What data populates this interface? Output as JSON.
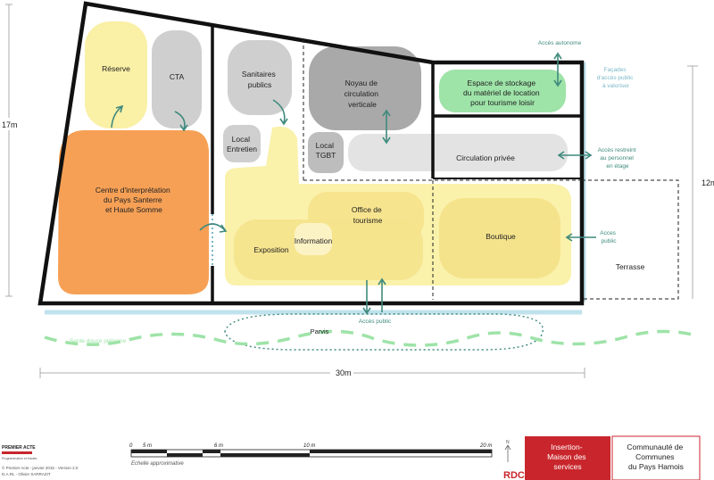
{
  "rooms": {
    "reserve": "Réserve",
    "cta": "CTA",
    "sanitaires": [
      "Sanitaires",
      "publics"
    ],
    "noyau": [
      "Noyau de",
      "circulation",
      "verticale"
    ],
    "stockage": [
      "Espace de stockage",
      "du matériel de location",
      "pour tourisme loisir"
    ],
    "local_entretien": [
      "Local",
      "Entretien"
    ],
    "local_tgbt": [
      "Local",
      "TGBT"
    ],
    "circulation_privee": "Circulation privée",
    "centre": [
      "Centre d'interprétation",
      "du Pays Santerre",
      "et Haute Somme"
    ],
    "office": [
      "Office de",
      "tourisme"
    ],
    "information": "Information",
    "exposition": "Exposition",
    "boutique": "Boutique",
    "terrasse": "Terrasse",
    "parvis": "Parvis"
  },
  "annotations": {
    "acces_autonome": "Accès autonome",
    "facades": [
      "Façades",
      "d'accès public",
      "à valoriser"
    ],
    "acces_restreint": [
      "Accès restreint",
      "au personnel",
      "en étage"
    ],
    "acces_public_right": [
      "Acces",
      "public"
    ],
    "acces_public_bottom": "Accès public",
    "sente": "Sente douce piétonne"
  },
  "dimensions": {
    "left": "17m",
    "right": "12m",
    "bottom": "30m"
  },
  "scale": {
    "ticks": [
      "0",
      "5 m",
      "6 m",
      "10 m",
      "20 m"
    ],
    "caption": "Echelle approximative",
    "north": "N"
  },
  "footer": {
    "logo": "PREMIER ACTE",
    "logo_sub": "Programmation et études",
    "credits": "© Premier Acte - janvier 2015 - Version 2.0",
    "credits2": "D.A.RL - Olivier SARRAZIT",
    "rdc": "RDC",
    "title": [
      "Insertion-",
      "Maison des",
      "services"
    ],
    "client": [
      "Communauté de",
      "Communes",
      "du Pays Hamois"
    ]
  },
  "colors": {
    "orange": "#f6a055",
    "yellow": "#faf0a6",
    "grey": "#cfcfcf",
    "green": "#9ee3a8",
    "teal": "#3f8a7d",
    "red": "#c8262c"
  }
}
